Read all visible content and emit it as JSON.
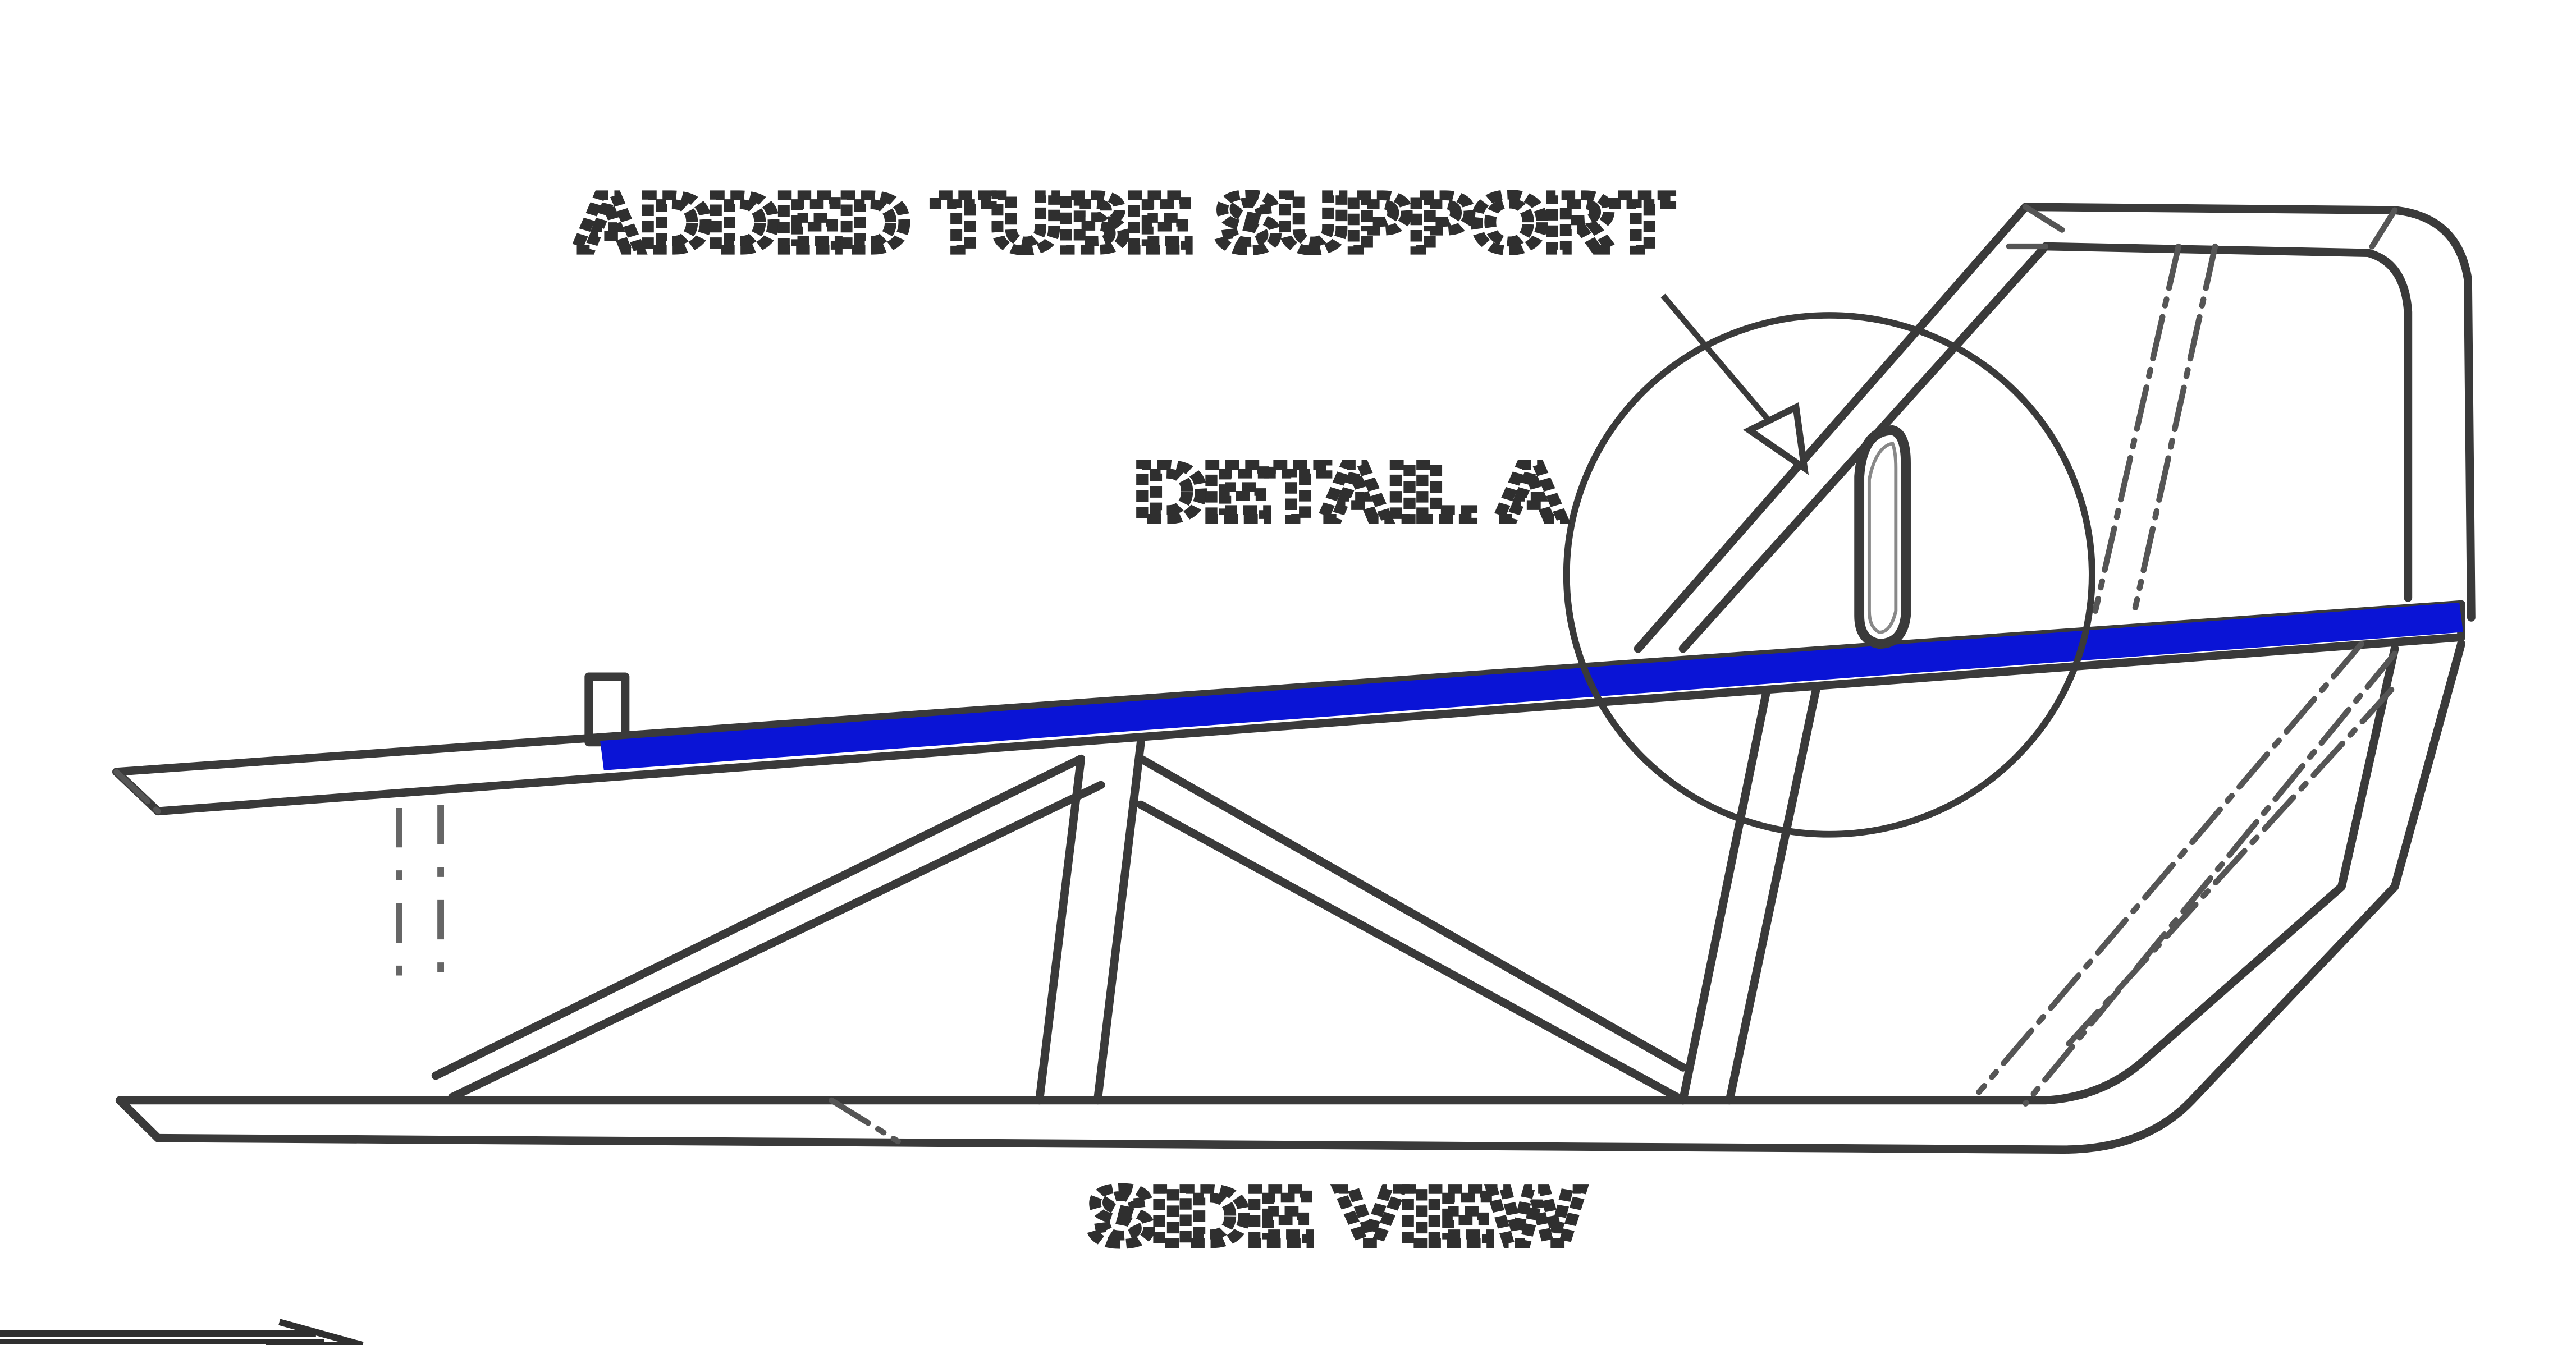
{
  "labels": {
    "added_tube_support": "ADDED TUBE SUPPORT",
    "detail_a": "DETAIL A",
    "side_view": "SIDE VIEW"
  },
  "colors": {
    "highlight_tube": "#0a14d6",
    "line_art": "#3a3a3a",
    "background": "#ffffff"
  },
  "icons": {
    "leader_arrow": "arrow-head-icon",
    "direction_arrow": "right-arrow-icon"
  }
}
